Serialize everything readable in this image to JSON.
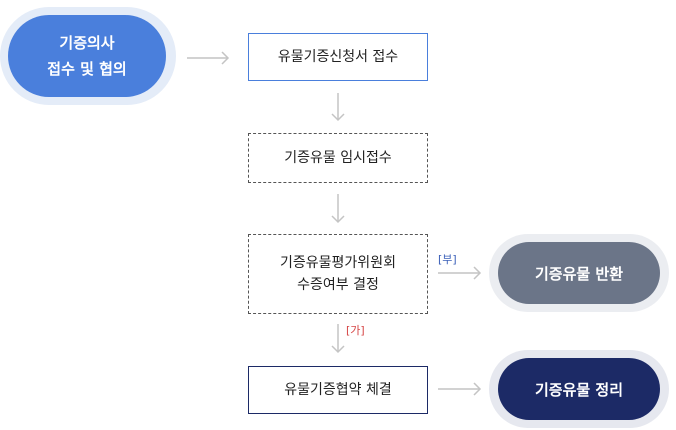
{
  "start": {
    "text": "기증의사\n접수 및 협의",
    "color": "#4a7fdc",
    "ring": "#e4ecf8"
  },
  "steps": [
    {
      "text": "유물기증신청서 접수"
    },
    {
      "text": "기증유물 임시접수"
    },
    {
      "text": "기증유물평가위원회\n수증여부 결정"
    },
    {
      "text": "유물기증협약 체결"
    }
  ],
  "reject_label": "[부]",
  "approve_label": "[가]",
  "end_return": {
    "text": "기증유물 반환",
    "color": "#6b7588",
    "ring": "#ebedf1"
  },
  "end_final": {
    "text": "기증유물 정리",
    "color": "#1c2a66",
    "ring": "#e6e8ef"
  },
  "colors": {
    "tag_reject": "#3a5fb8",
    "tag_approve": "#d64545",
    "arrow": "#bfbfbf"
  }
}
